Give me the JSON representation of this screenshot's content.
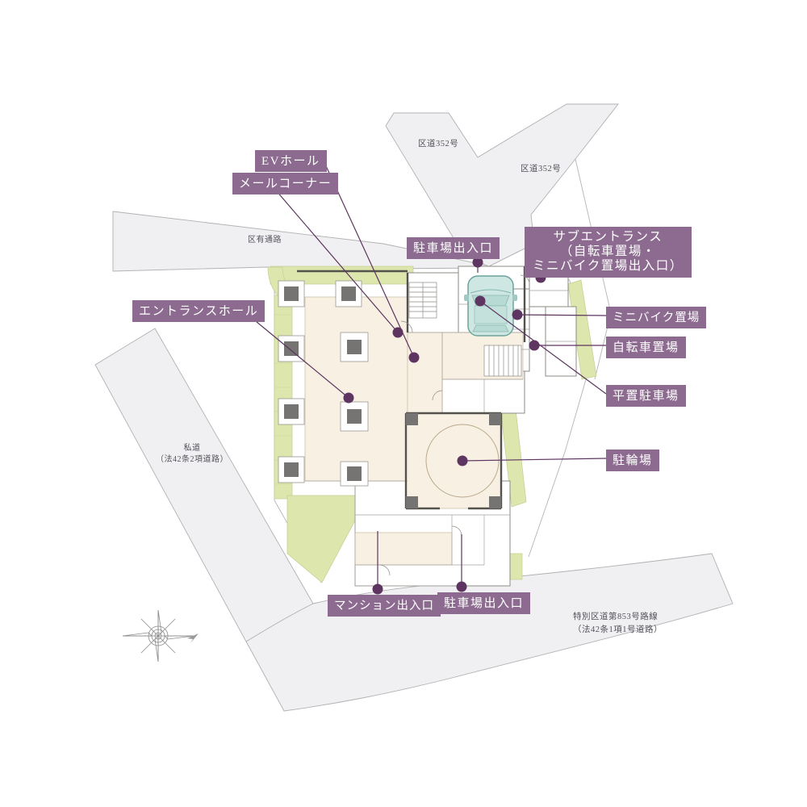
{
  "figure": {
    "type": "residential-site-plan",
    "background": "#ffffff"
  },
  "colors": {
    "label_bg": "#8d6b90",
    "label_text": "#ffffff",
    "leader_line": "#5d3560",
    "road_fill": "#f0eff1",
    "road_stroke": "#b3b0b3",
    "green_fill": "#dce6ad",
    "floor_cream": "#f8f0e3",
    "wall_gray": "#8f8b85",
    "wall_dark": "#55524d",
    "column_gray": "#757472",
    "car_fill": "#cfe7e3",
    "car_stroke": "#6da49c",
    "road_text": "#52525a"
  },
  "labels": {
    "ev_hall": "EVホール",
    "mail_corner": "メールコーナー",
    "parking_entrance_top": "駐車場出入口",
    "sub_entrance_lines": [
      "サブエントランス",
      "（自転車置場・",
      "ミニバイク置場出入口）"
    ],
    "entrance_hall": "エントランスホール",
    "minibike": "ミニバイク置場",
    "bicycle": "自転車置場",
    "flat_parking": "平置駐車場",
    "cycle_port": "駐輪場",
    "mansion_entrance": "マンション出入口",
    "parking_entrance_bottom": "駐車場出入口"
  },
  "roads": {
    "kudo352_upper": "区道352号",
    "kudo352_right": "区道352号",
    "kuyu_tsuro": "区有通路",
    "shido": [
      "私道",
      "（法42条2項道路）"
    ],
    "tokubetsu": [
      "特別区道第853号路線",
      "（法42条1項1号道路）"
    ]
  },
  "icons": {
    "car": "car-top-view",
    "compass": "eight-point-compass-rose"
  }
}
